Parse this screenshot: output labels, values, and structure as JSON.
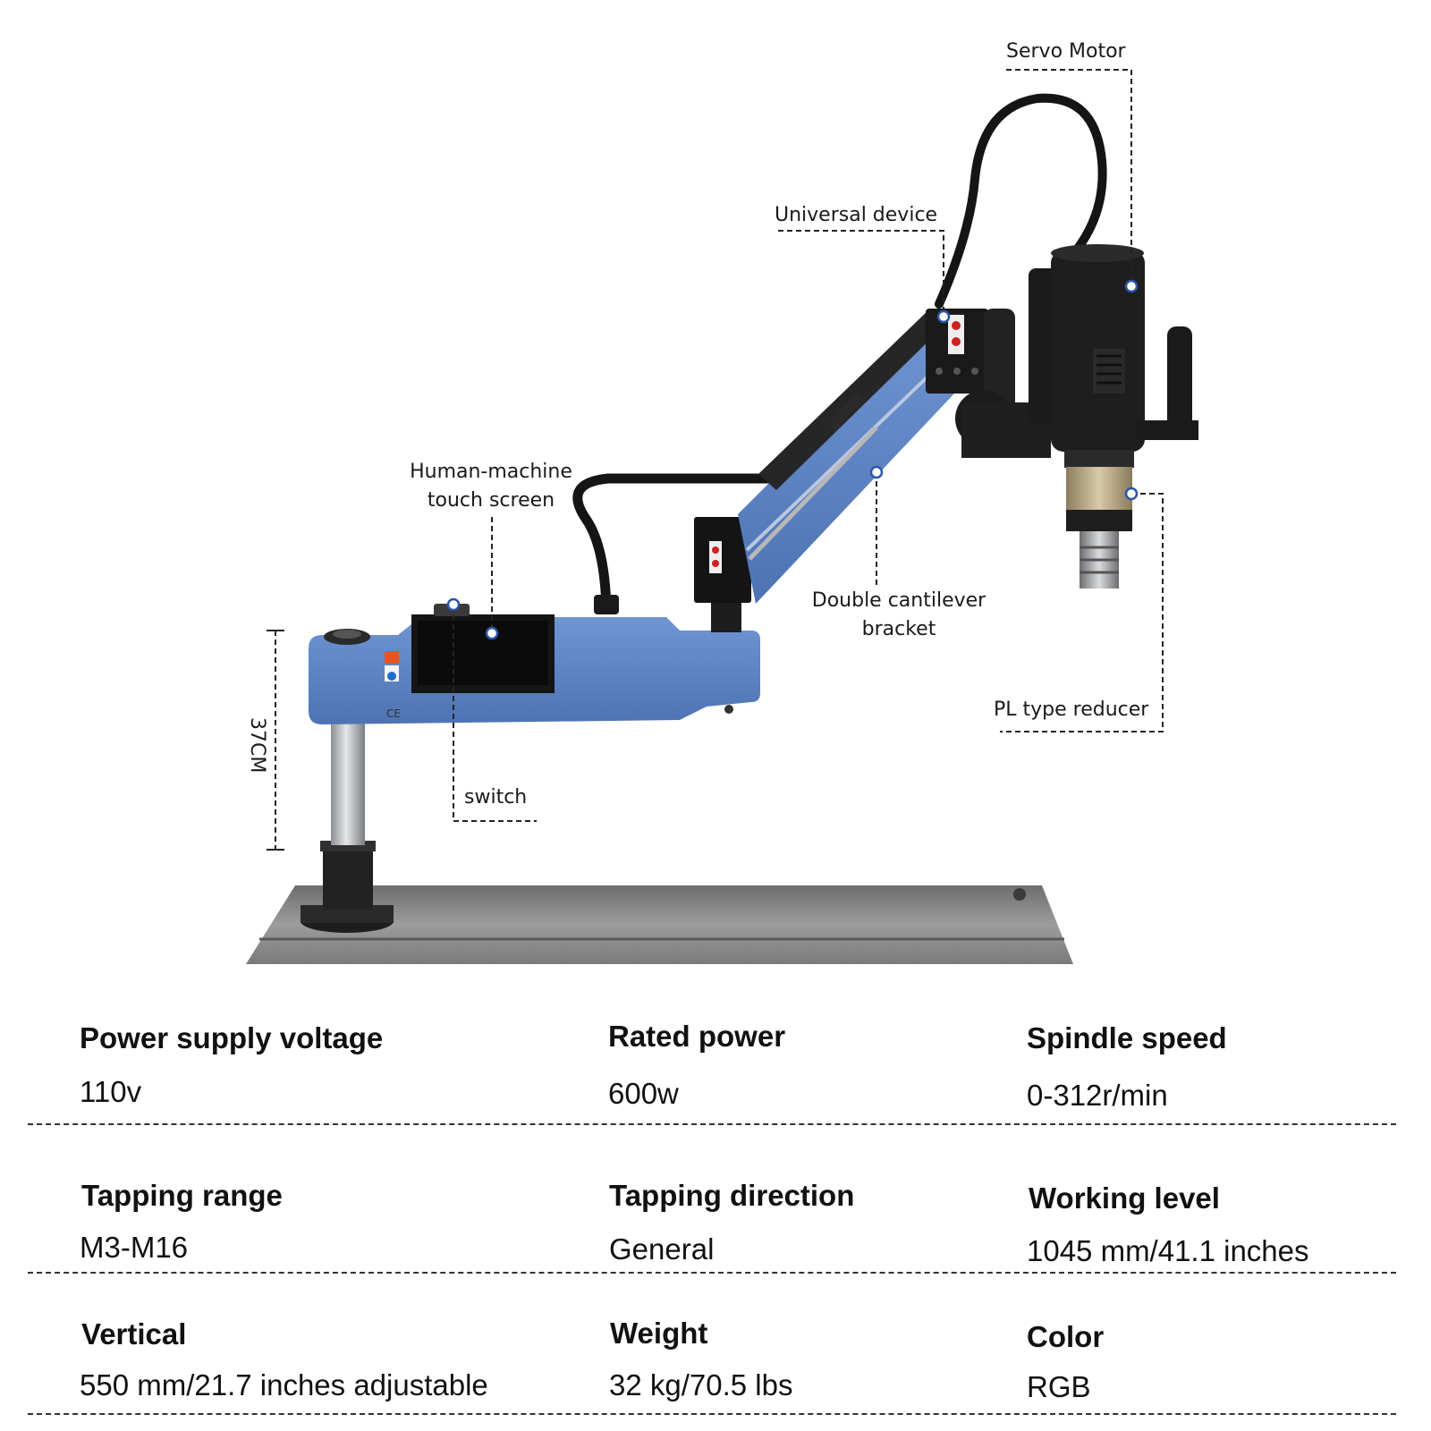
{
  "callouts": {
    "servo_motor": "Servo Motor",
    "universal_device": "Universal device",
    "hmi_line1": "Human-machine",
    "hmi_line2": "touch screen",
    "double_cantilever_line1": "Double cantilever",
    "double_cantilever_line2": "bracket",
    "pl_reducer": "PL type reducer",
    "switch": "switch",
    "height_dimension": "37CM",
    "ce_mark": "CE"
  },
  "specs": [
    {
      "label": "Power supply voltage",
      "value": "110v"
    },
    {
      "label": "Rated power",
      "value": "600w"
    },
    {
      "label": "Spindle speed",
      "value": "0-312r/min"
    },
    {
      "label": "Tapping range",
      "value": "M3-M16"
    },
    {
      "label": "Tapping direction",
      "value": "General"
    },
    {
      "label": "Working level",
      "value": "1045 mm/41.1 inches"
    },
    {
      "label": "Vertical",
      "value": "550 mm/21.7 inches adjustable"
    },
    {
      "label": "Weight",
      "value": "32 kg/70.5 lbs"
    },
    {
      "label": "Color",
      "value": "RGB"
    }
  ],
  "colors": {
    "arm_blue": "#5f86c7",
    "arm_blue_dark": "#3f63a3",
    "metal_dark": "#1b1b1b",
    "table_grey": "#8a8a8a"
  }
}
